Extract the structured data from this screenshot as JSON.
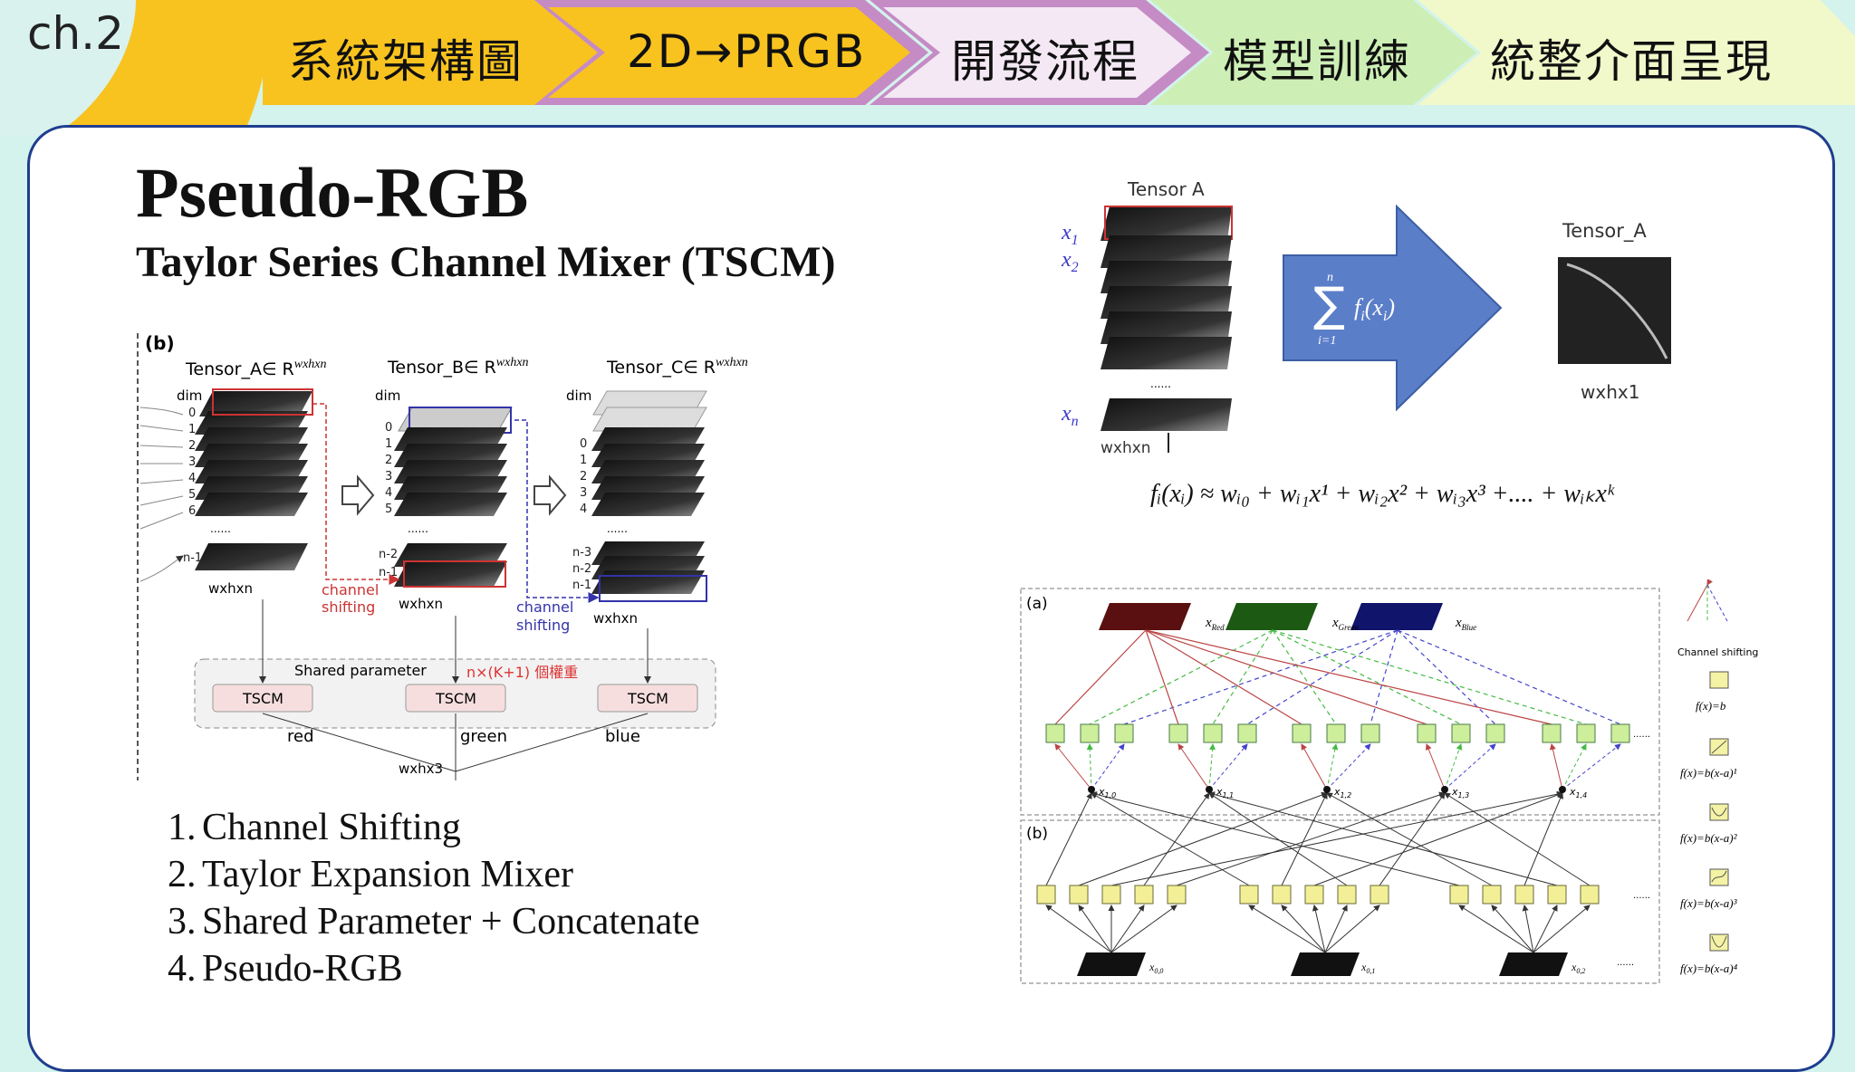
{
  "header": {
    "chapter_label": "ch.2",
    "nav_steps": [
      {
        "label": "系統架構圖"
      },
      {
        "label": "2D→PRGB"
      },
      {
        "label": "開發流程"
      },
      {
        "label": "模型訓練"
      },
      {
        "label": "統整介面呈現"
      }
    ],
    "colors": {
      "yellow": "#f8c31f",
      "purple": "#c58bc5",
      "green": "#cdefb5",
      "pale": "#f1f8c9",
      "panel_border": "#1f3d8f"
    }
  },
  "slide": {
    "title": "Pseudo-RGB",
    "subtitle": "Taylor Series Channel Mixer (TSCM)",
    "steps": [
      {
        "num": "1.",
        "text": "Channel Shifting"
      },
      {
        "num": "2.",
        "text": "Taylor Expansion Mixer"
      },
      {
        "num": "3.",
        "text": "Shared Parameter + Concatenate"
      },
      {
        "num": "4.",
        "text": "Pseudo-RGB"
      }
    ]
  },
  "figure_b": {
    "panel_label": "(b)",
    "tensor_a": "Tensor_A∈ R",
    "tensor_b": "Tensor_B∈ R",
    "tensor_c": "Tensor_C∈ R",
    "superscript": "wxhxn",
    "dim": "dim",
    "dims_a": [
      "0",
      "1",
      "2",
      "3",
      "4",
      "5",
      "6"
    ],
    "dims_b": [
      "0",
      "1",
      "2",
      "3",
      "4",
      "5"
    ],
    "dims_c": [
      "0",
      "1",
      "2",
      "3",
      "4"
    ],
    "nm1": "n-1",
    "b_bottom": [
      "n-2",
      "n-1"
    ],
    "c_bottom": [
      "n-3",
      "n-2",
      "n-1"
    ],
    "wxhxn": "wxhxn",
    "channel_shifting_1": [
      "channel",
      "shifting"
    ],
    "channel_shifting_2": [
      "channel",
      "shifting"
    ],
    "shared_parameter": "Shared parameter",
    "weights_note": "n×(K+1) 個權重",
    "tscm": "TSCM",
    "channels": [
      "red",
      "green",
      "blue"
    ],
    "output": "wxhx3"
  },
  "figure_sum": {
    "tensor_a_top": "Tensor A",
    "x1": "x",
    "x1_sub": "1",
    "x2": "x",
    "x2_sub": "2",
    "xn": "x",
    "xn_sub": "n",
    "stack_label": "wxhxn",
    "sum_upper": "n",
    "sum_lower": "i=1",
    "sum_term": "f",
    "output_title": "Tensor_A",
    "output_size": "wxhx1",
    "formula": "fᵢ(xᵢ) ≈ wᵢ₀ + wᵢ₁x¹ + wᵢ₂x² + wᵢ₃x³ +.... + wᵢₖxᵏ"
  },
  "figure_net": {
    "label_a": "(a)",
    "label_b": "(b)",
    "x_red": "x",
    "x_red_sub": "Red",
    "x_green": "x",
    "x_green_sub": "Green",
    "x_blue": "x",
    "x_blue_sub": "Blue",
    "mid_nodes": [
      "1,0",
      "1,1",
      "1,2",
      "1,3",
      "1,4"
    ],
    "bottom_nodes": [
      "0,0",
      "0,1",
      "0,2"
    ],
    "legend_title": "Channel shifting",
    "legend_funcs": [
      "f(x)=b",
      "f(x)=b(x-a)¹",
      "f(x)=b(x-a)²",
      "f(x)=b(x-a)³",
      "f(x)=b(x-a)⁴"
    ],
    "ellipsis": "......"
  }
}
